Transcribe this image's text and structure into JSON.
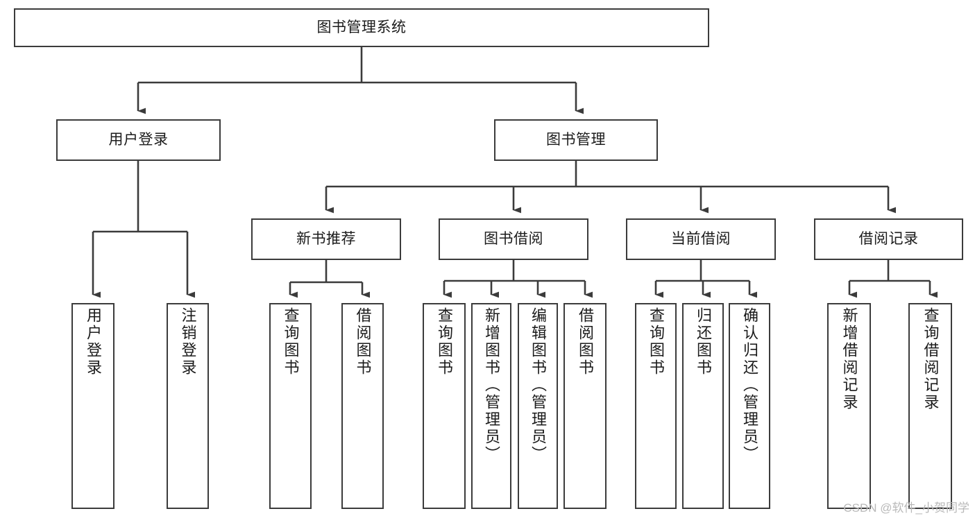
{
  "diagram": {
    "title_node": {
      "label": "图书管理系统"
    },
    "level2": [
      {
        "key": "user-login",
        "label": "用户登录"
      },
      {
        "key": "book-management",
        "label": "图书管理"
      }
    ],
    "level3": [
      {
        "key": "new-book-recommend",
        "label": "新书推荐"
      },
      {
        "key": "book-borrow",
        "label": "图书借阅"
      },
      {
        "key": "current-borrow",
        "label": "当前借阅"
      },
      {
        "key": "borrow-record",
        "label": "借阅记录"
      }
    ],
    "leaves": [
      {
        "key": "leaf-user-login",
        "label": "用户登录"
      },
      {
        "key": "leaf-logout-login",
        "label": "注销登录"
      },
      {
        "key": "leaf-query-book-1",
        "label": "查询图书"
      },
      {
        "key": "leaf-borrow-book-1",
        "label": "借阅图书"
      },
      {
        "key": "leaf-query-book-2",
        "label": "查询图书"
      },
      {
        "key": "leaf-add-book-admin",
        "label": "新增图书（管理员）"
      },
      {
        "key": "leaf-edit-book-admin",
        "label": "编辑图书（管理员）"
      },
      {
        "key": "leaf-borrow-book-2",
        "label": "借阅图书"
      },
      {
        "key": "leaf-query-book-3",
        "label": "查询图书"
      },
      {
        "key": "leaf-return-book",
        "label": "归还图书"
      },
      {
        "key": "leaf-confirm-return-admin",
        "label": "确认归还（管理员）"
      },
      {
        "key": "leaf-add-borrow-record",
        "label": "新增借阅记录"
      },
      {
        "key": "leaf-query-borrow-record",
        "label": "查询借阅记录"
      }
    ],
    "watermark": "CSDN @软件_小贺同学",
    "colors": {
      "stroke": "#3b3b3b",
      "fill": "#ffffff",
      "text": "#1b1b1b",
      "watermark": "#b9b9b9"
    }
  }
}
